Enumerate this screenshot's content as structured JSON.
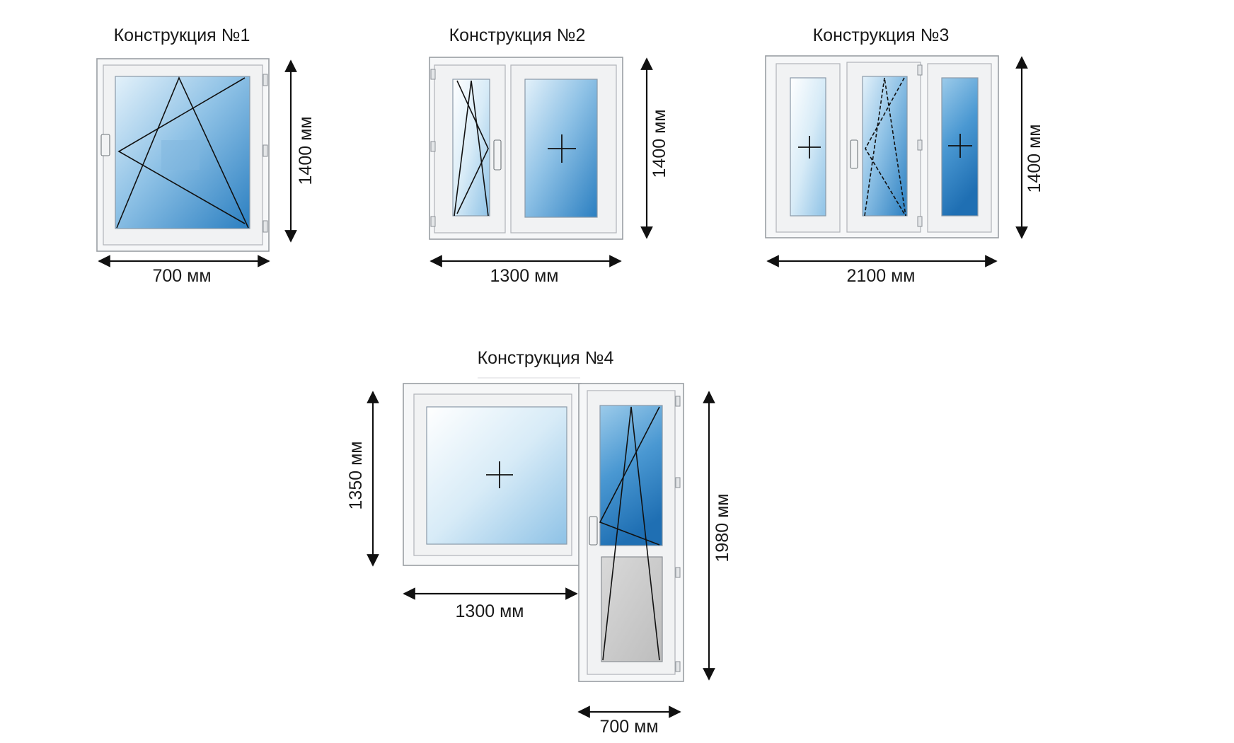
{
  "constructions": [
    {
      "title": "Конструкция №1",
      "width_label": "700 мм",
      "height_label": "1400 мм"
    },
    {
      "title": "Конструкция №2",
      "width_label": "1300 мм",
      "height_label": "1400 мм"
    },
    {
      "title": "Конструкция №3",
      "width_label": "2100 мм",
      "height_label": "1400 мм"
    },
    {
      "title": "Конструкция №4",
      "window_width_label": "1300 мм",
      "window_height_label": "1350 мм",
      "door_width_label": "700 мм",
      "door_height_label": "1980 мм"
    }
  ],
  "colors": {
    "glass_light": "#d4e9f6",
    "glass_dark": "#2b7fc1",
    "door_panel": "#c9c9c9",
    "frame": "#f6f7f8"
  }
}
